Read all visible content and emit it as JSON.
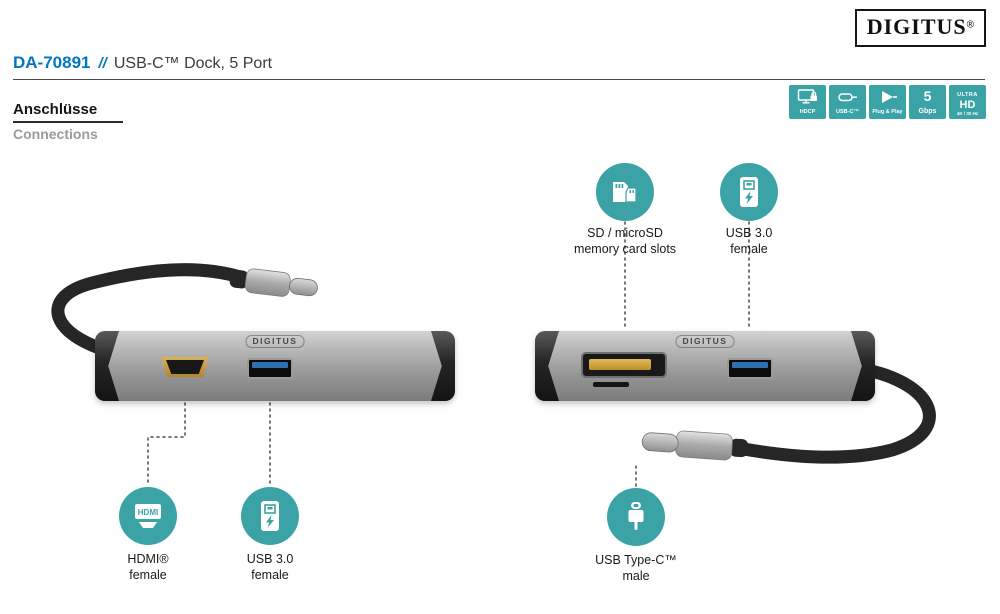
{
  "header": {
    "brand": "DIGITUS",
    "registered": "®",
    "product_code": "DA-70891",
    "separator": "//",
    "product_name": "USB-C™ Dock, 5 Port"
  },
  "section": {
    "title_de": "Anschlüsse",
    "title_en": "Connections"
  },
  "badges": [
    {
      "label": "HDCP",
      "icon": "hdcp-monitor-lock-icon"
    },
    {
      "label": "USB-C™",
      "icon": "usb-c-plug-side-icon"
    },
    {
      "label": "Plug & Play",
      "icon": "play-arrow-icon"
    },
    {
      "value": "5",
      "label": "Gbps",
      "icon": "speed-5-gbps"
    },
    {
      "value_top": "ULTRA",
      "value_mid": "HD",
      "label": "4K / 30 Hz",
      "icon": "ultra-hd-4k"
    }
  ],
  "device": {
    "etched_logo": "DIGITUS"
  },
  "callouts": [
    {
      "id": "hdmi-female",
      "line1": "HDMI®",
      "line2": "female",
      "icon": "hdmi-female-icon",
      "icon_text": "HDMI"
    },
    {
      "id": "usb3-female-left",
      "line1": "USB 3.0",
      "line2": "female",
      "icon": "usb3-port-icon"
    },
    {
      "id": "sd-microsd",
      "line1": "SD / microSD",
      "line2": "memory card slots",
      "icon": "sd-microsd-card-icon"
    },
    {
      "id": "usb3-female-right",
      "line1": "USB 3.0",
      "line2": "female",
      "icon": "usb3-port-icon"
    },
    {
      "id": "usb-c-male",
      "line1": "USB Type-C™",
      "line2": "male",
      "icon": "usb-c-connector-icon"
    }
  ],
  "colors": {
    "brand_teal": "#3BA3A6",
    "brand_blue": "#0077BE",
    "device_aluminum": "#9B9B9B",
    "cable_black": "#262626",
    "hdmi_gold": "#C2983B",
    "usb_tongue_blue": "#2F6FAE"
  }
}
